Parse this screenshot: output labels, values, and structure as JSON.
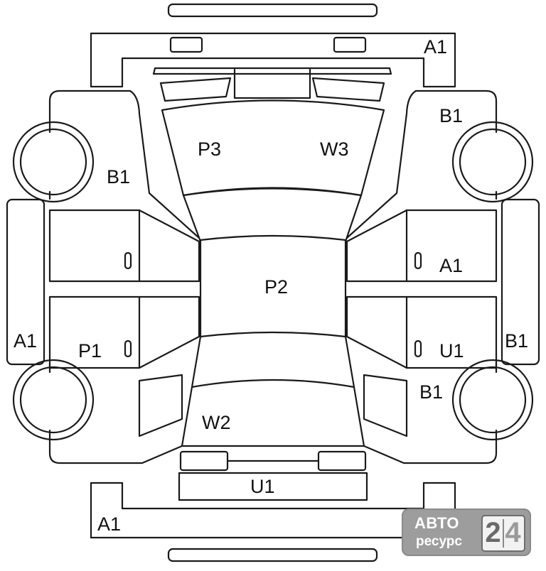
{
  "labels": {
    "front_bumper": "A1",
    "left_front_fender": "B1",
    "right_front_fender": "B1",
    "windshield_p": "P3",
    "windshield_w": "W3",
    "roof": "P2",
    "right_front_door": "A1",
    "left_side_sill": "A1",
    "left_rear_door": "P1",
    "right_rear_door": "U1",
    "right_side_sill": "B1",
    "right_rear_fender": "B1",
    "rear_glass": "W2",
    "trunk": "U1",
    "rear_bumper": "A1"
  },
  "watermark": {
    "word_top": "АВТО",
    "word_bottom": "ресурс",
    "digit_1": "2",
    "digit_2": "4"
  }
}
